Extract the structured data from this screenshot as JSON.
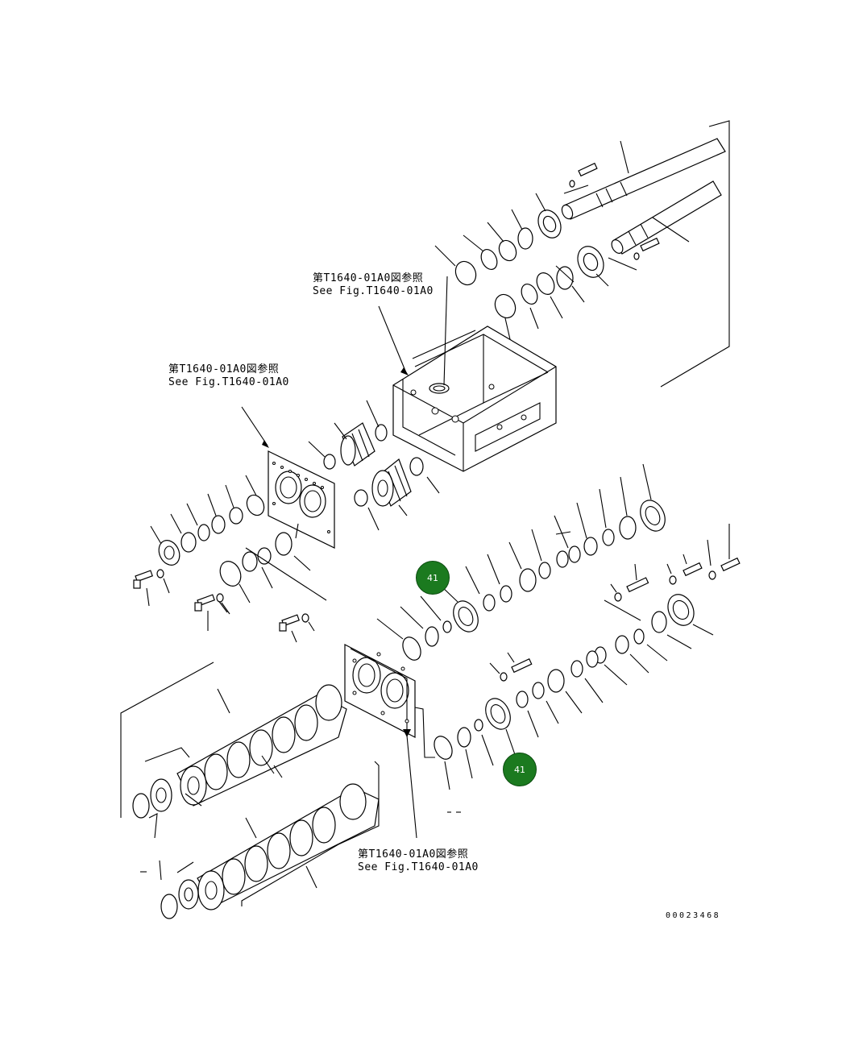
{
  "notes": [
    {
      "jp": "第T1640-01A0図参照",
      "en": "See Fig.T1640-01A0"
    },
    {
      "jp": "第T1640-01A0図参照",
      "en": "See Fig.T1640-01A0"
    },
    {
      "jp": "第T1640-01A0図参照",
      "en": "See Fig.T1640-01A0"
    }
  ],
  "callouts": [
    "41",
    "41"
  ],
  "drawing_number": "00023468",
  "colors": {
    "callout_fill": "#1b7a1f",
    "line": "#000000"
  }
}
